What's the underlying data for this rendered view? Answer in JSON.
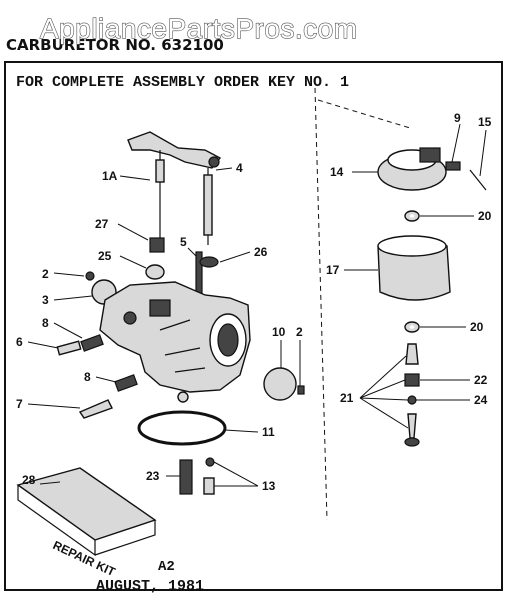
{
  "watermark": "AppliancePartsPros.com",
  "header": {
    "title": "CARBURETOR NO. 632100",
    "assembly_note": "FOR COMPLETE ASSEMBLY ORDER KEY NO. 1"
  },
  "callouts": {
    "k1a": "1A",
    "k2a": "2",
    "k2b": "2",
    "k3": "3",
    "k4": "4",
    "k5": "5",
    "k6": "6",
    "k7": "7",
    "k8a": "8",
    "k8b": "8",
    "k9": "9",
    "k10": "10",
    "k11": "11",
    "k13": "13",
    "k14": "14",
    "k15": "15",
    "k17": "17",
    "k20a": "20",
    "k20b": "20",
    "k21": "21",
    "k22": "22",
    "k23": "23",
    "k24": "24",
    "k25": "25",
    "k26": "26",
    "k27": "27",
    "k28": "28"
  },
  "kit_label": "REPAIR KIT",
  "footer": {
    "code": "A2",
    "date": "AUGUST, 1981"
  }
}
